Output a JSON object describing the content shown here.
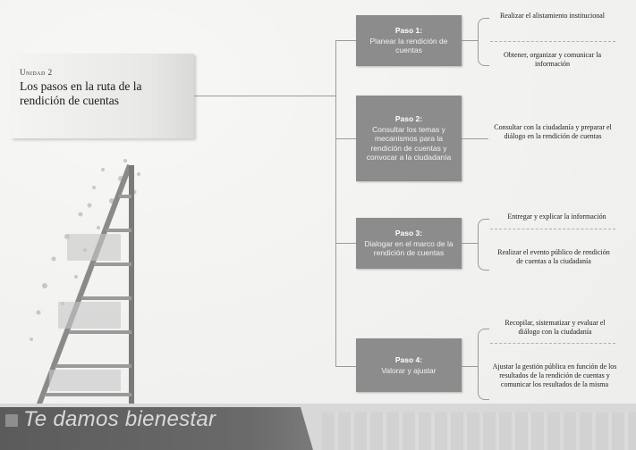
{
  "unit": {
    "label": "Unidad 2",
    "title": "Los pasos en la ruta de la rendición de cuentas"
  },
  "steps": [
    {
      "title": "Paso 1:",
      "text": "Planear la rendición de cuentas",
      "actions": [
        "Realizar el alistamiento institucional",
        "Obtener, organizar y comunicar la información"
      ]
    },
    {
      "title": "Paso 2:",
      "text": "Consultar los temas y mecanismos para la rendición de cuentas y convocar a la ciudadanía",
      "actions": [
        "Consultar con la ciudadanía y preparar el diálogo en la rendición de cuentas"
      ]
    },
    {
      "title": "Paso 3:",
      "text": "Dialogar en el marco de la rendición de cuentas",
      "actions": [
        "Entregar y explicar la información",
        "Realizar el evento público de rendición de cuentas a la ciudadanía"
      ]
    },
    {
      "title": "Paso 4:",
      "text": "Valorar y ajustar",
      "actions": [
        "Recopilar, sistematizar y evaluar el diálogo con la ciudadanía",
        "Ajustar la gestión pública en función de los resultados de la rendición de cuentas y comunicar los resultados de la misma"
      ]
    }
  ],
  "footer": {
    "banner": "Te damos bienestar"
  },
  "colors": {
    "step_box": "#8c8c8c",
    "footer_band": "#5b5b5b",
    "connector": "#9a9a9a"
  }
}
